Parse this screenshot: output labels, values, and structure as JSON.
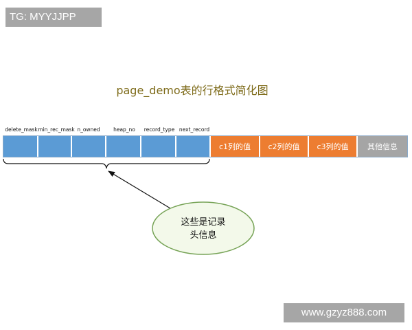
{
  "badge": {
    "text": "TG: MYYJJPP"
  },
  "title": "page_demo表的行格式简化图",
  "header_fields": [
    {
      "label": "delete_mask"
    },
    {
      "label": "min_rec_mask"
    },
    {
      "label": "n_owned"
    },
    {
      "label": "heap_no"
    },
    {
      "label": "record_type"
    },
    {
      "label": "next_record"
    }
  ],
  "data_columns": [
    {
      "label": "c1列的值"
    },
    {
      "label": "c2列的值"
    },
    {
      "label": "c3列的值"
    }
  ],
  "other_info": {
    "label": "其他信息"
  },
  "callout": {
    "line1": "这些是记录",
    "line2": "头信息"
  },
  "watermark": {
    "text": "www.gzyz888.com"
  },
  "colors": {
    "record_header": "#5b9bd5",
    "column_values": "#ed7d31",
    "other_info": "#a5a5a5",
    "callout_fill": "#f3f9ea",
    "callout_stroke": "#76a356"
  }
}
